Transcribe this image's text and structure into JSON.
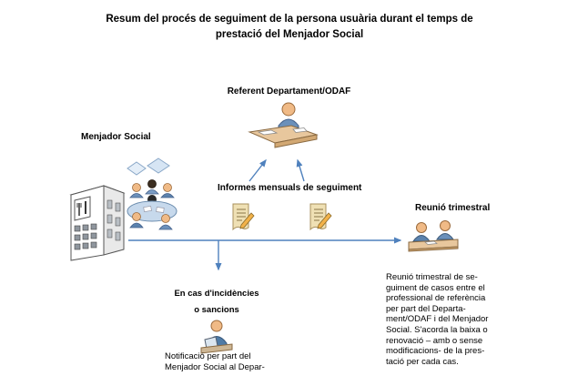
{
  "title": "Resum del procés de seguiment de la persona usuària durant el temps de\nprestació del Menjador Social",
  "nodes": {
    "referent": {
      "label": "Referent Departament/ODAF",
      "icon": "person-at-desk-icon"
    },
    "menjador": {
      "label": "Menjador Social",
      "icons": [
        "building-icon",
        "people-around-table-icon"
      ]
    },
    "informes": {
      "label": "Informes mensuals de seguiment",
      "icon": "report-document-icon",
      "document_count": 2
    },
    "reunio": {
      "label": "Reunió trimestral",
      "icon": "two-people-meeting-icon"
    },
    "incidencies": {
      "label_line1": "En cas d'incidències",
      "label_line2": "o sancions",
      "icon": "person-with-laptop-icon"
    }
  },
  "notes": {
    "notificacio": "Notificació per part del\nMenjador Social al Depar-",
    "reunio_detail": "Reunió trimestral de se-\nguiment de casos entre el\nprofessional de referència\nper part del Departa-\nment/ODAF i del Menjador\nSocial. S'acorda la baixa o\nrenovació – amb o sense\nmodificacions- de la pres-\ntació per cada cas."
  },
  "colors": {
    "arrow": "#4f81bd",
    "desk": "#e8c79d",
    "shirt": "#5b82ad",
    "skin": "#f0ba86",
    "document": "#efe0b4",
    "table": "#c7d9ec",
    "text": "#000000",
    "background": "#ffffff"
  }
}
